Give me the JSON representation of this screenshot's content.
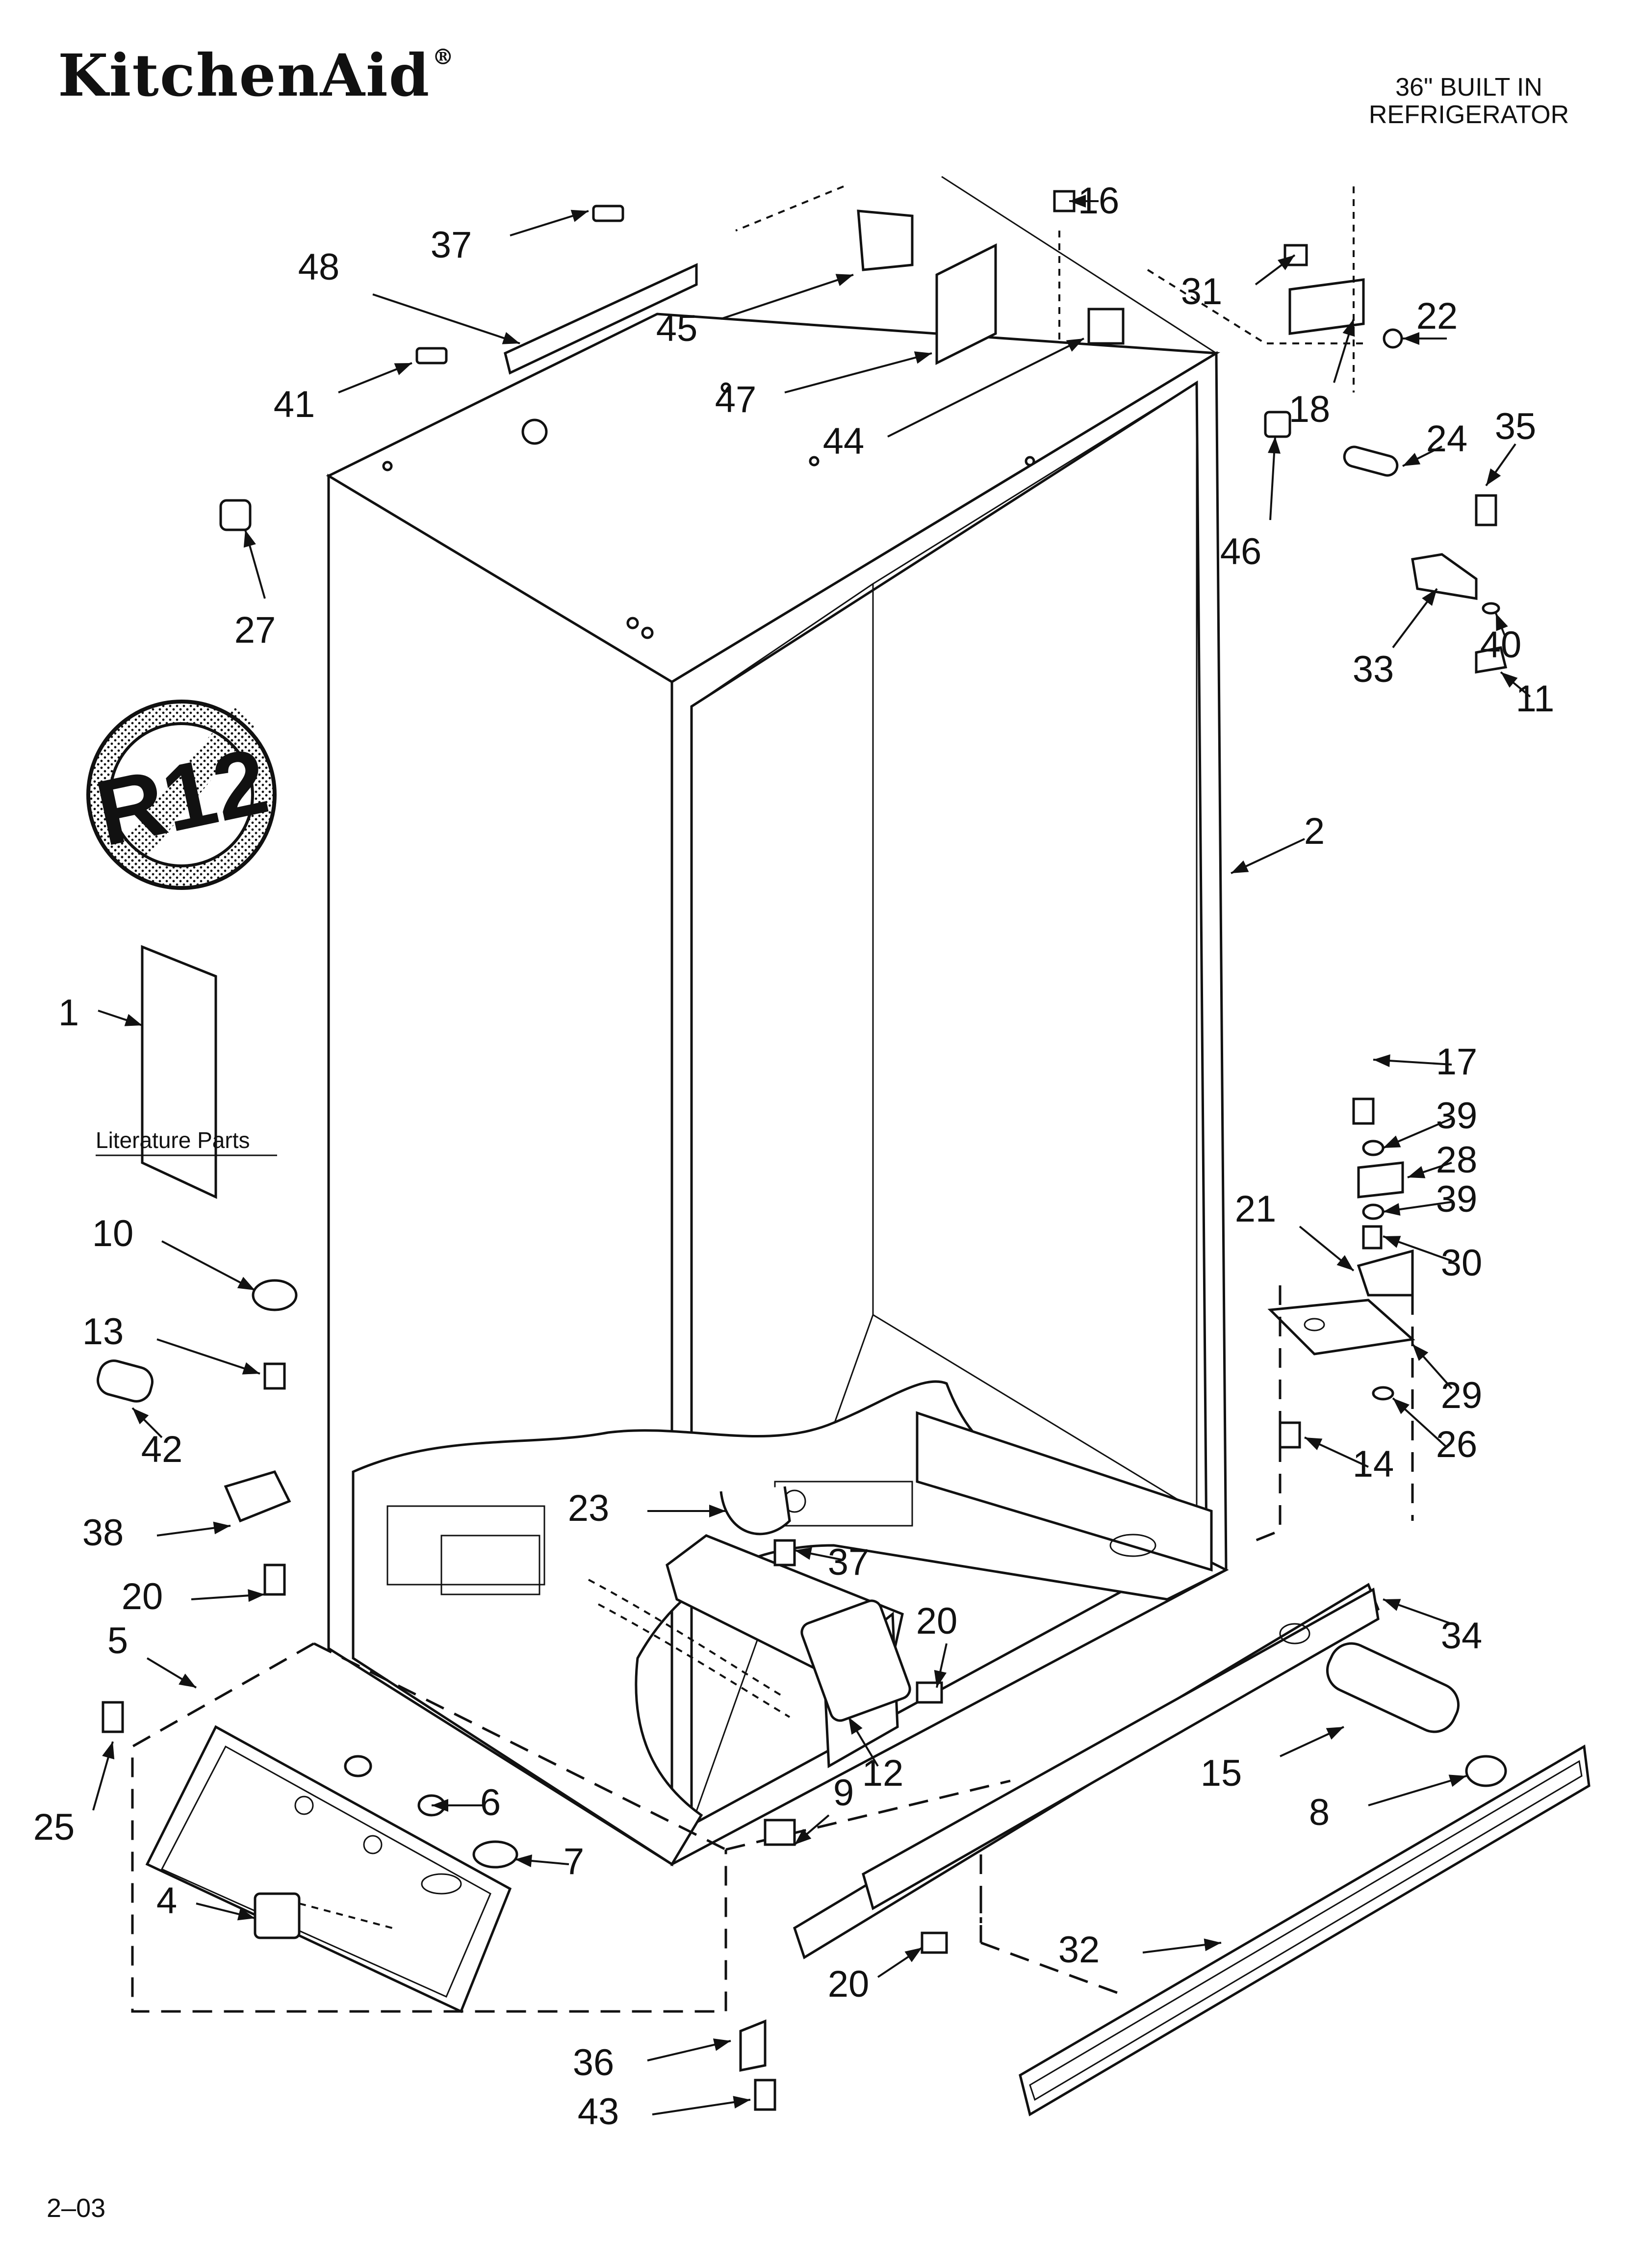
{
  "header": {
    "brand": "KitchenAid",
    "brand_mark": "®",
    "product_line1": "36\" BUILT IN",
    "product_line2": "REFRIGERATOR"
  },
  "footer": {
    "code": "2–03"
  },
  "literature": {
    "label": "Literature Parts"
  },
  "r12_symbol": {
    "text": "R12"
  },
  "callouts": [
    {
      "id": "c1",
      "label": "1"
    },
    {
      "id": "c2",
      "label": "2"
    },
    {
      "id": "c4",
      "label": "4"
    },
    {
      "id": "c5",
      "label": "5"
    },
    {
      "id": "c6",
      "label": "6"
    },
    {
      "id": "c7",
      "label": "7"
    },
    {
      "id": "c8",
      "label": "8"
    },
    {
      "id": "c9",
      "label": "9"
    },
    {
      "id": "c10",
      "label": "10"
    },
    {
      "id": "c11",
      "label": "11"
    },
    {
      "id": "c12",
      "label": "12"
    },
    {
      "id": "c13",
      "label": "13"
    },
    {
      "id": "c14",
      "label": "14"
    },
    {
      "id": "c15",
      "label": "15"
    },
    {
      "id": "c16",
      "label": "16"
    },
    {
      "id": "c17",
      "label": "17"
    },
    {
      "id": "c18",
      "label": "18"
    },
    {
      "id": "c20a",
      "label": "20"
    },
    {
      "id": "c20b",
      "label": "20"
    },
    {
      "id": "c20c",
      "label": "20"
    },
    {
      "id": "c21",
      "label": "21"
    },
    {
      "id": "c22",
      "label": "22"
    },
    {
      "id": "c23",
      "label": "23"
    },
    {
      "id": "c24",
      "label": "24"
    },
    {
      "id": "c25",
      "label": "25"
    },
    {
      "id": "c26",
      "label": "26"
    },
    {
      "id": "c27",
      "label": "27"
    },
    {
      "id": "c28",
      "label": "28"
    },
    {
      "id": "c29",
      "label": "29"
    },
    {
      "id": "c30",
      "label": "30"
    },
    {
      "id": "c31",
      "label": "31"
    },
    {
      "id": "c32",
      "label": "32"
    },
    {
      "id": "c33",
      "label": "33"
    },
    {
      "id": "c34",
      "label": "34"
    },
    {
      "id": "c35",
      "label": "35"
    },
    {
      "id": "c36",
      "label": "36"
    },
    {
      "id": "c37a",
      "label": "37"
    },
    {
      "id": "c37b",
      "label": "37"
    },
    {
      "id": "c38",
      "label": "38"
    },
    {
      "id": "c39a",
      "label": "39"
    },
    {
      "id": "c39b",
      "label": "39"
    },
    {
      "id": "c40",
      "label": "40"
    },
    {
      "id": "c41",
      "label": "41"
    },
    {
      "id": "c42",
      "label": "42"
    },
    {
      "id": "c43",
      "label": "43"
    },
    {
      "id": "c44",
      "label": "44"
    },
    {
      "id": "c45",
      "label": "45"
    },
    {
      "id": "c46",
      "label": "46"
    },
    {
      "id": "c47",
      "label": "47"
    },
    {
      "id": "c48",
      "label": "48"
    }
  ]
}
